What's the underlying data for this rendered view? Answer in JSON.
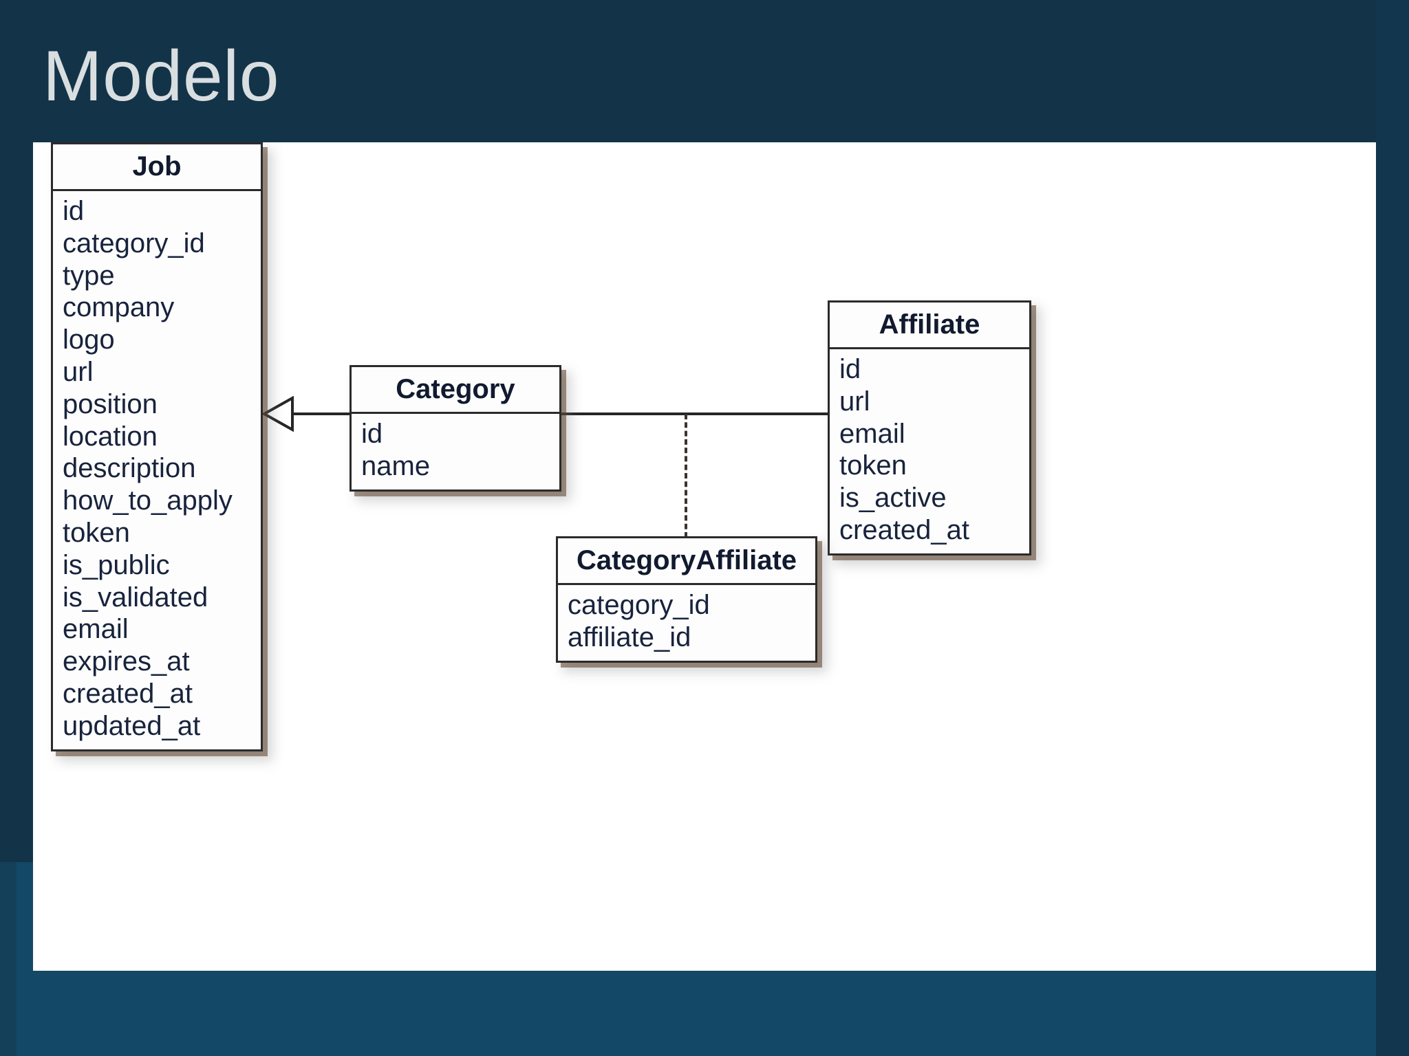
{
  "slide": {
    "title": "Modelo",
    "background_color": "#133448",
    "background_lower_color": "#134866",
    "panel_color": "#ffffff",
    "title_color": "#d9dee1"
  },
  "diagram": {
    "type": "uml-class-diagram",
    "entities": [
      {
        "id": "job",
        "name": "Job",
        "fields": [
          "id",
          "category_id",
          "type",
          "company",
          "logo",
          "url",
          "position",
          "location",
          "description",
          "how_to_apply",
          "token",
          "is_public",
          "is_validated",
          "email",
          "expires_at",
          "created_at",
          "updated_at"
        ]
      },
      {
        "id": "category",
        "name": "Category",
        "fields": [
          "id",
          "name"
        ]
      },
      {
        "id": "affiliate",
        "name": "Affiliate",
        "fields": [
          "id",
          "url",
          "email",
          "token",
          "is_active",
          "created_at"
        ]
      },
      {
        "id": "categoryaffiliate",
        "name": "CategoryAffiliate",
        "fields": [
          "category_id",
          "affiliate_id"
        ]
      }
    ],
    "relations": [
      {
        "id": "job-category",
        "from": "category",
        "to": "job",
        "style": "solid",
        "end_marker": "hollow-triangle"
      },
      {
        "id": "category-affiliate",
        "from": "category",
        "to": "affiliate",
        "style": "solid",
        "end_marker": "none"
      },
      {
        "id": "assoc-categoryaffiliate",
        "from": "category-affiliate",
        "to": "categoryaffiliate",
        "style": "dashed",
        "end_marker": "none"
      }
    ]
  }
}
